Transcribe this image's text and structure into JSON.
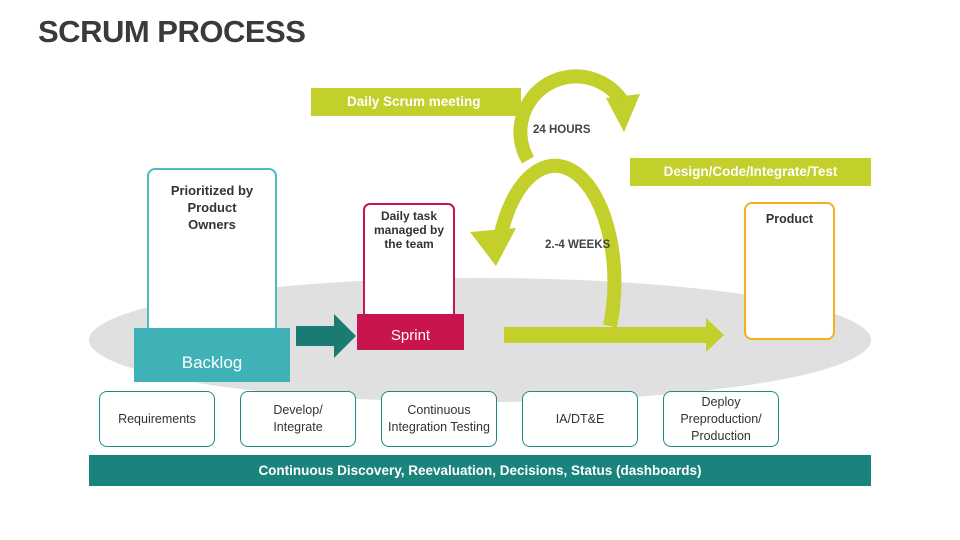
{
  "title": "SCRUM PROCESS",
  "backlog": {
    "caption": "Prioritized by Product Owners",
    "label": "Backlog"
  },
  "sprint": {
    "caption": "Daily task managed by the team",
    "label": "Sprint"
  },
  "product": {
    "label": "Product"
  },
  "daily_meeting": {
    "label": "Daily Scrum meeting",
    "cycle": "24 HOURS"
  },
  "sprint_cycle": {
    "label": "Design/Code/Integrate/Test",
    "cycle": "2.-4 WEEKS"
  },
  "steps": [
    "Requirements",
    "Develop/ Integrate",
    "Continuous Integration Testing",
    "IA/DT&E",
    "Deploy Preproduction/ Production"
  ],
  "footer": "Continuous Discovery, Reevaluation, Decisions, Status (dashboards)",
  "colors": {
    "teal": "#3fb2b8",
    "dark_teal": "#1a847c",
    "crimson": "#c8154e",
    "lime": "#c3cf2a",
    "amber": "#f3b21a",
    "ellipse": "#e0e0e0"
  },
  "icons": [
    "document-stack-icon",
    "cube-icon",
    "right-arrow-icon",
    "cycle-arrow-icon"
  ]
}
